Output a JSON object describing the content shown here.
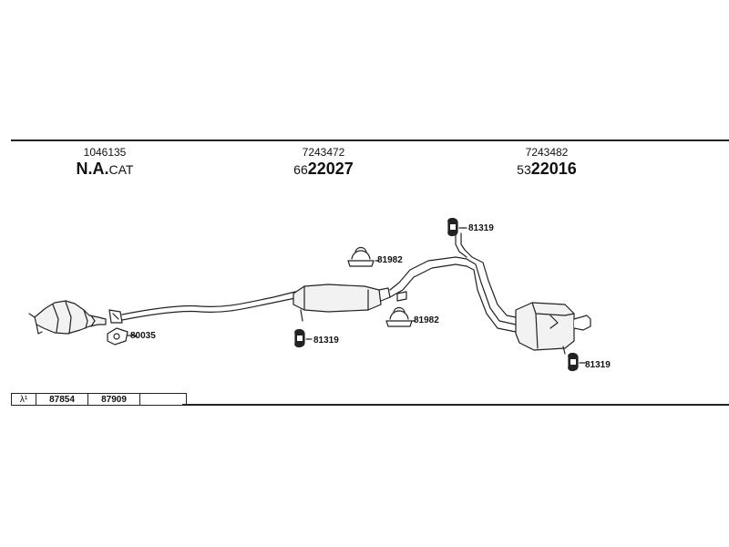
{
  "headers": {
    "left": {
      "number": "1046135",
      "code_main": "N.A.",
      "code_suffix": "CAT"
    },
    "mid": {
      "number": "7243472",
      "code_prefix": "66",
      "code_main": "22027"
    },
    "right": {
      "number": "7243482",
      "code_prefix": "53",
      "code_main": "22016"
    }
  },
  "callouts": {
    "gasket_front": "80035",
    "hanger_mid_bottom": "81319",
    "clamp_top": "81982",
    "clamp_mid": "81982",
    "hanger_top": "81319",
    "hanger_rear": "81319"
  },
  "code_table": {
    "symbol": "λ¹",
    "cells": [
      "87854",
      "87909",
      ""
    ]
  }
}
